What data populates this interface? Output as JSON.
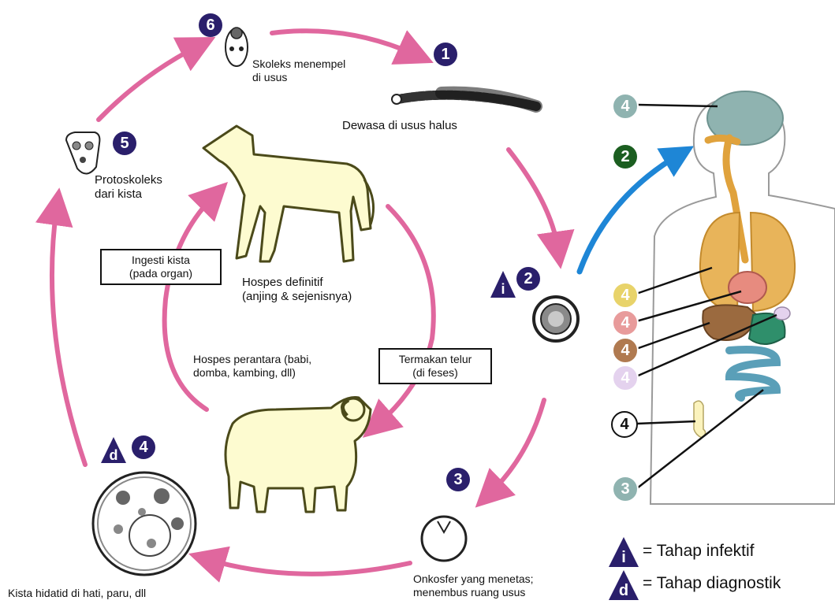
{
  "colors": {
    "cycle_arrow": "#e0679e",
    "human_arrow": "#1e86d6",
    "step_badge": "#2a1f6b",
    "step_badge_human": "#1b5e20",
    "organ_grey": "#8fb3b0"
  },
  "steps": {
    "s1": "1",
    "s2": "2",
    "s3": "3",
    "s4": "4",
    "s5": "5",
    "s6": "6",
    "human_2": "2"
  },
  "stage_markers": {
    "infective": "i",
    "diagnostic": "d"
  },
  "labels": {
    "skoleks": [
      "Skoleks menempel",
      "di usus"
    ],
    "dewasa": "Dewasa di usus halus",
    "protoskoleks": [
      "Protoskoleks",
      "dari kista"
    ],
    "hospes_definitif": [
      "Hospes definitif",
      "(anjing & sejenisnya)"
    ],
    "hospes_perantara": [
      "Hospes perantara (babi,",
      "domba, kambing, dll)"
    ],
    "kista": "Kista hidatid di hati, paru, dll",
    "onkosfer": [
      "Onkosfer yang menetas;",
      "menembus ruang usus"
    ]
  },
  "boxes": {
    "ingesti": [
      "Ingesti kista",
      "(pada organ)"
    ],
    "termakan": [
      "Termakan telur",
      "(di feses)"
    ]
  },
  "human_organs": [
    {
      "name": "brain",
      "number": "4",
      "color": "#8fb3b0"
    },
    {
      "name": "lungs",
      "number": "4",
      "color": "#e8d36a"
    },
    {
      "name": "heart",
      "number": "4",
      "color": "#e89b9b"
    },
    {
      "name": "liver",
      "number": "4",
      "color": "#b07a50"
    },
    {
      "name": "spleen",
      "number": "4",
      "color": "#e4d2ee"
    },
    {
      "name": "bone",
      "number": "4",
      "color": "#ffffff"
    },
    {
      "name": "intestine",
      "number": "3",
      "color": "#8fb3b0"
    }
  ],
  "legend": {
    "infective": "= Tahap infektif",
    "diagnostic": "= Tahap diagnostik"
  }
}
